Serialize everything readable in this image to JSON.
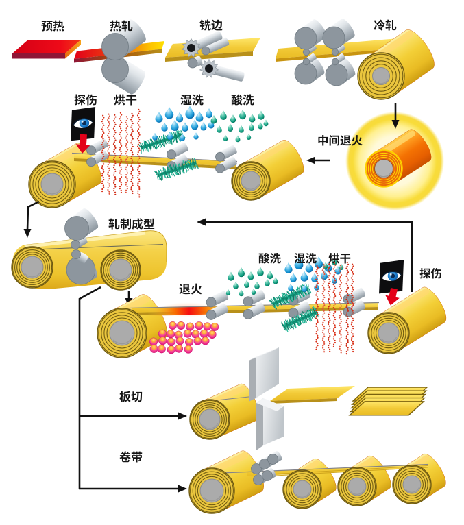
{
  "diagram": {
    "background_color": "#ffffff",
    "labels": {
      "preheat": "预热",
      "hot_rolling": "热轧",
      "edge_milling": "铣边",
      "cold_rolling": "冷轧",
      "intermediate_annealing": "中间退火",
      "line2": {
        "flaw_detection": "探伤",
        "drying": "烘干",
        "wet_washing": "湿洗",
        "acid_washing": "酸洗"
      },
      "roll_forming": "轧制成型",
      "line4": {
        "annealing": "退火",
        "acid_washing": "酸洗",
        "wet_washing": "湿洗",
        "drying": "烘干",
        "flaw_detection": "探伤"
      },
      "plate_cutting": "板切",
      "strip_coiling": "卷带"
    },
    "icons": [
      "eye-icon",
      "water-drop-icon",
      "gear-cutter-icon",
      "coil-icon",
      "roller-icon"
    ],
    "colors": {
      "strip_yellow": "#f3cf37",
      "hot_red": "#e30019",
      "orange": "#f07203",
      "roller_gray": "#8d969e",
      "wet_wash_blue": "#1693d2",
      "acid_wash_green": "#0f9a7e",
      "flow_arrow_black": "#111111",
      "anneal_glow_yellow": "#ffe95a"
    }
  }
}
